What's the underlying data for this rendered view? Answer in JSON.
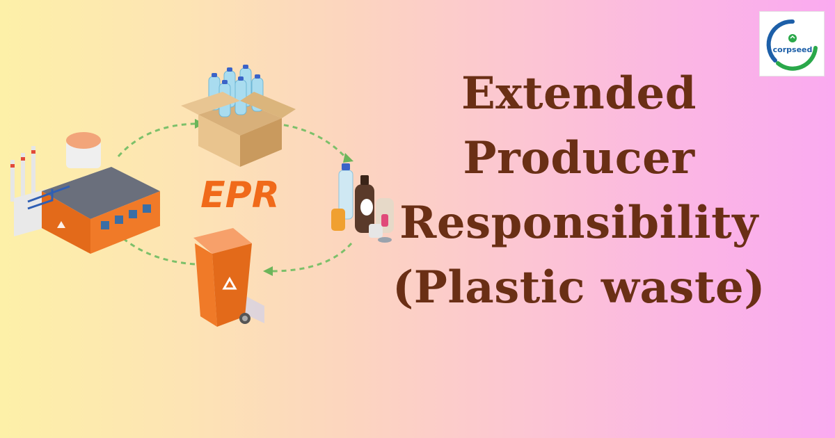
{
  "illustration": {
    "center_label": "EPR",
    "accent_color": "#f06a1a",
    "icons": [
      "factory-icon",
      "box-of-bottles-icon",
      "plastic-bottles-icon",
      "recycle-bin-icon",
      "recycle-symbol-icon"
    ]
  },
  "title": {
    "lines": [
      "Extended",
      "Producer",
      "Responsibility",
      "(Plastic waste)"
    ],
    "color": "#6a2f15"
  },
  "logo": {
    "text": "corpseed",
    "ring_colors": [
      "#1d5fa8",
      "#2aa84a"
    ]
  }
}
